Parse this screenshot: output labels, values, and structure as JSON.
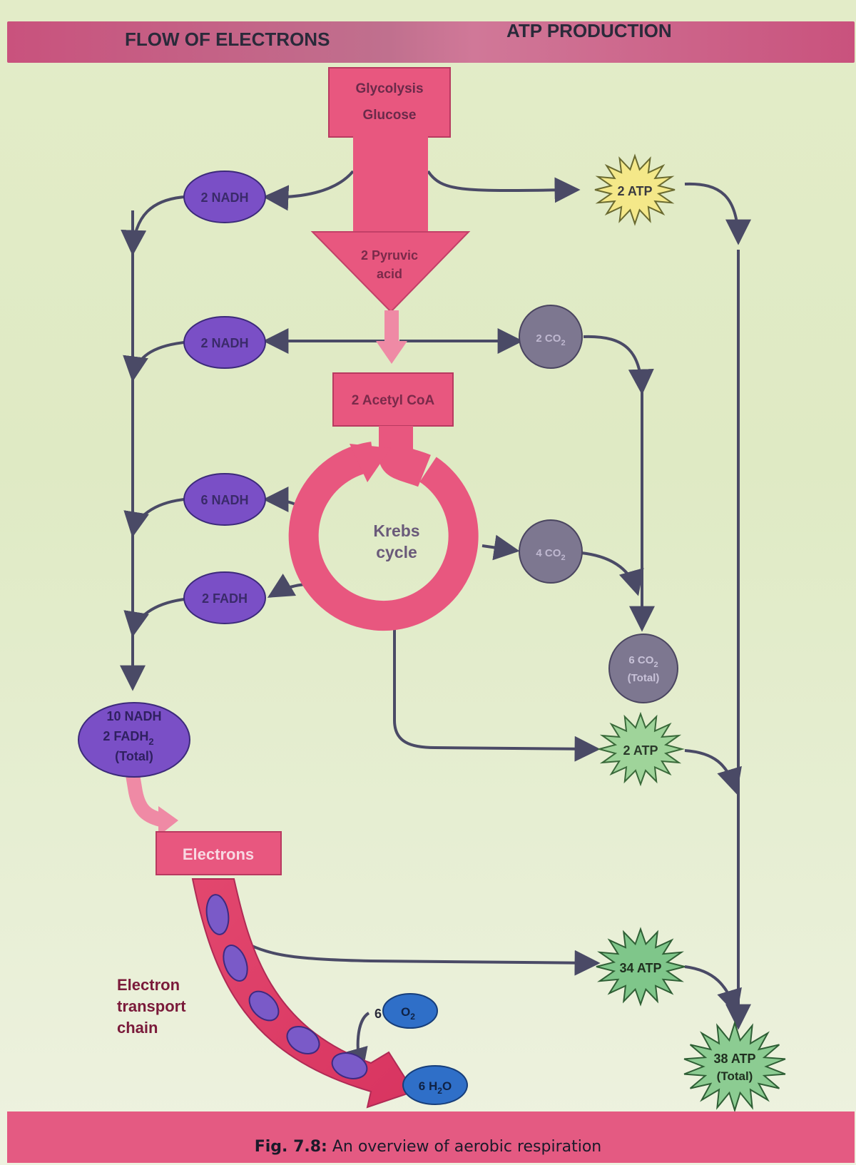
{
  "header": {
    "left_title": "FLOW OF ELECTRONS",
    "right_title": "ATP PRODUCTION"
  },
  "nodes": {
    "glycolysis_line1": "Glycolysis",
    "glycolysis_line2": "Glucose",
    "pyruvic_line1": "2 Pyruvic",
    "pyruvic_line2": "acid",
    "acetyl_coa": "2 Acetyl CoA",
    "krebs_line1": "Krebs",
    "krebs_line2": "cycle",
    "nadh_1": "2 NADH",
    "nadh_2": "2 NADH",
    "nadh_3": "6 NADH",
    "fadh_1": "2 FADH",
    "nadh_total_line1": "10 NADH",
    "nadh_total_line2": "2 FADH",
    "nadh_total_sub": "2",
    "nadh_total_line3": "(Total)",
    "electrons": "Electrons",
    "etc_line1": "Electron",
    "etc_line2": "transport",
    "etc_line3": "chain",
    "co2_1": "2 CO",
    "co2_1_sub": "2",
    "co2_2": "4 CO",
    "co2_2_sub": "2",
    "co2_total_line1": "6 CO",
    "co2_total_sub": "2",
    "co2_total_line2": "(Total)",
    "atp_1": "2 ATP",
    "atp_2": "2 ATP",
    "atp_3": "34 ATP",
    "atp_total_line1": "38 ATP",
    "atp_total_line2": "(Total)",
    "o2_coef": "6",
    "o2_label": "O",
    "o2_sub": "2",
    "h2o_label": "6 H",
    "h2o_sub": "2",
    "h2o_tail": "O"
  },
  "caption": {
    "fig_label": "Fig. 7.8:",
    "text": " An overview of aerobic respiration"
  },
  "colors": {
    "pink": "#e8577f",
    "purple": "#7a4fc6",
    "gray_circle": "#7d7790",
    "atp_yellow": "#f4e889",
    "atp_green": "#7fc68a",
    "line": "#4a4a66"
  }
}
